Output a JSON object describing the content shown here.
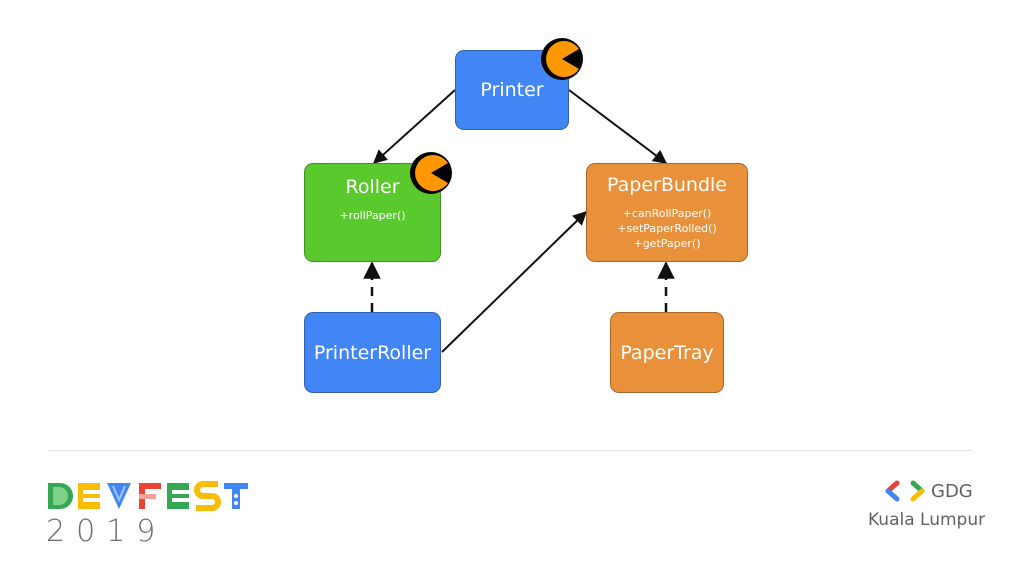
{
  "diagram": {
    "nodes": [
      {
        "id": "printer",
        "title": "Printer",
        "methods": [],
        "color": "#4285f4"
      },
      {
        "id": "roller",
        "title": "Roller",
        "methods": [
          "+rollPaper()"
        ],
        "color": "#5ac92e"
      },
      {
        "id": "paperbundle",
        "title": "PaperBundle",
        "methods": [
          "+canRollPaper()",
          "+setPaperRolled()",
          "+getPaper()"
        ],
        "color": "#e8913a"
      },
      {
        "id": "printerroller",
        "title": "PrinterRoller",
        "methods": [],
        "color": "#4285f4"
      },
      {
        "id": "papertray",
        "title": "PaperTray",
        "methods": [],
        "color": "#e8913a"
      }
    ],
    "edges": [
      {
        "from": "printer",
        "to": "roller",
        "style": "solid"
      },
      {
        "from": "printer",
        "to": "paperbundle",
        "style": "solid"
      },
      {
        "from": "printerroller",
        "to": "roller",
        "style": "dashed"
      },
      {
        "from": "printerroller",
        "to": "paperbundle",
        "style": "solid"
      },
      {
        "from": "papertray",
        "to": "paperbundle",
        "style": "dashed"
      }
    ],
    "badges": [
      {
        "on": "printer",
        "icon": "pacman-icon",
        "color": "#ff9800"
      },
      {
        "on": "roller",
        "icon": "pacman-icon",
        "color": "#ff9800"
      }
    ]
  },
  "footer": {
    "event_logo": "DEVFEST",
    "event_year": "2019",
    "org_name": "GDG",
    "org_city": "Kuala Lumpur",
    "brand_colors": [
      "#34a853",
      "#fbbc04",
      "#4285f4",
      "#ea4335"
    ]
  }
}
